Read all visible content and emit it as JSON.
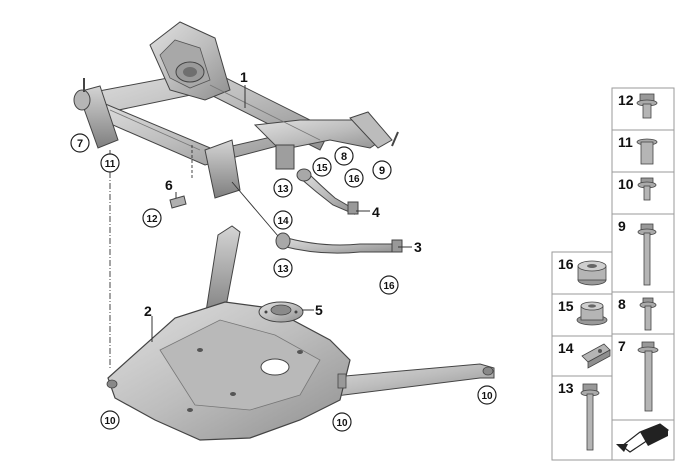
{
  "diagram": {
    "plain_labels": [
      "1",
      "2",
      "3",
      "4",
      "5",
      "6"
    ],
    "circled_labels": [
      "7",
      "8",
      "9",
      "10",
      "10",
      "10",
      "11",
      "12",
      "13",
      "13",
      "14",
      "15",
      "16",
      "16"
    ],
    "legend": {
      "right_column": [
        "12",
        "11",
        "10",
        "9",
        "8",
        "7"
      ],
      "left_column": [
        "16",
        "15",
        "14",
        "13"
      ]
    },
    "colors": {
      "part_fill": "#c9c9c9",
      "part_dark": "#8c8c8c",
      "outline": "#333333",
      "cell_border": "#9a9a9a",
      "label": "#111111"
    }
  }
}
